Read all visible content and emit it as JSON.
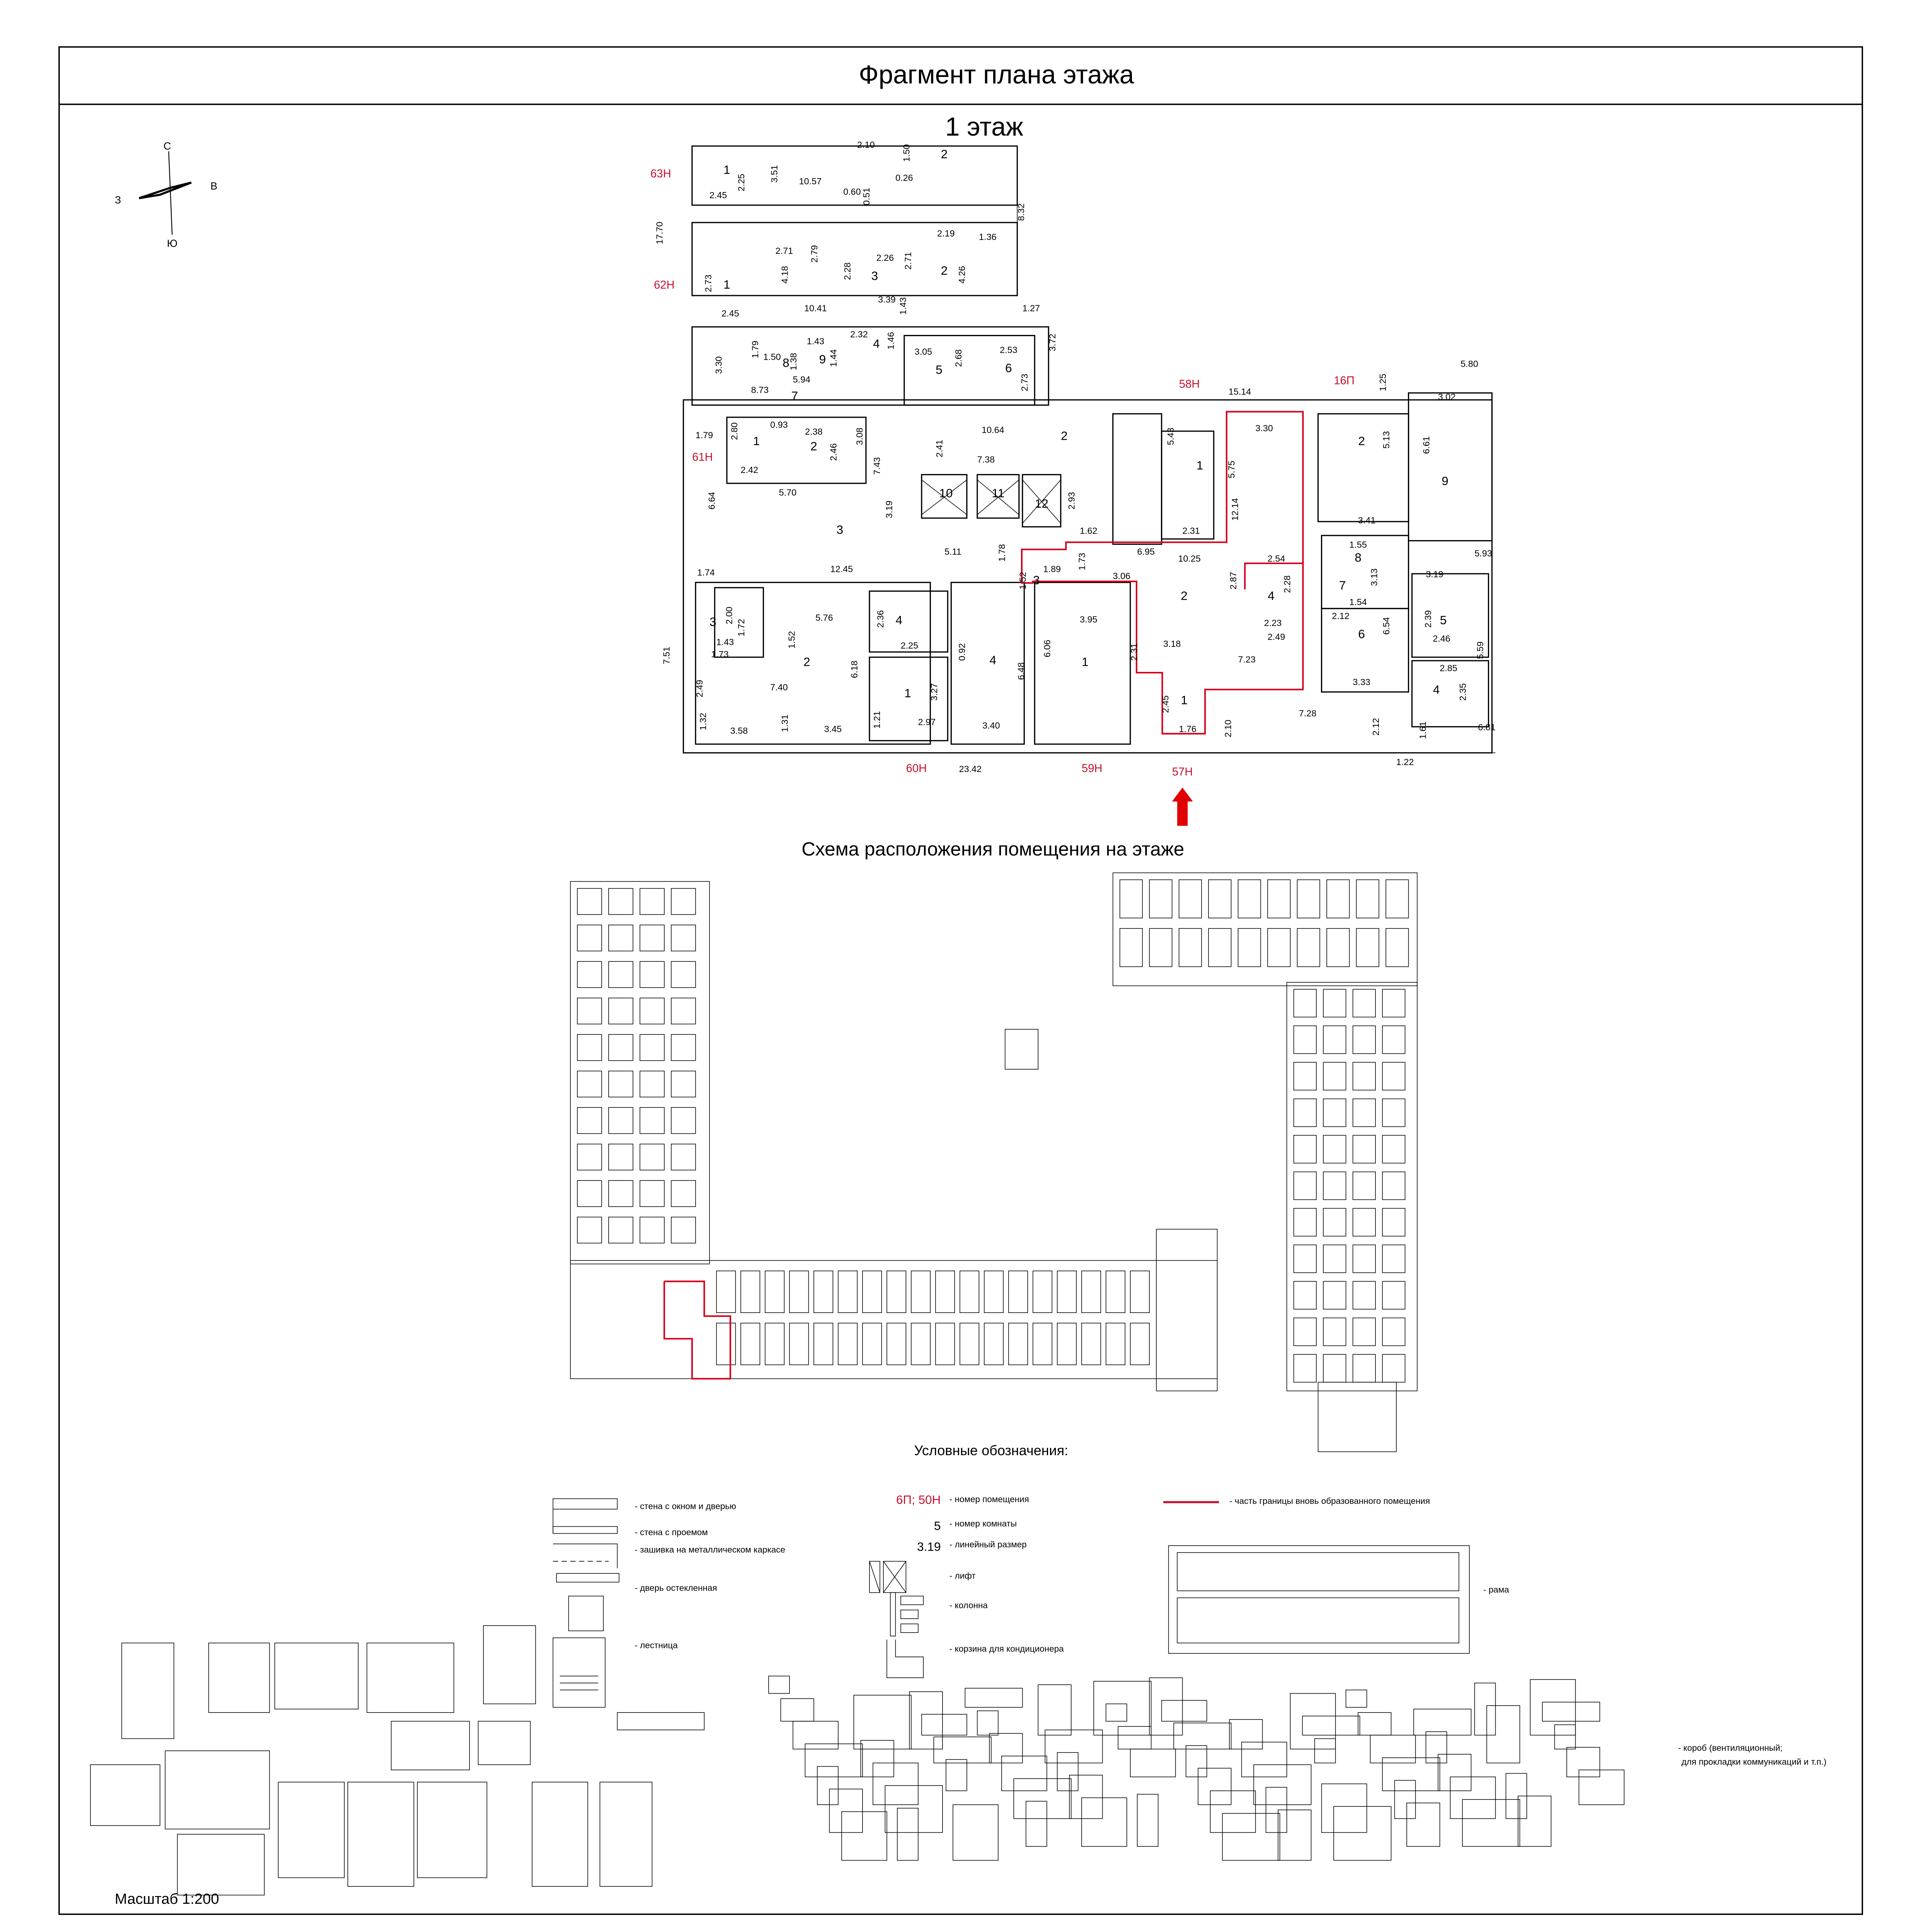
{
  "header": {
    "title": "Фрагмент плана этажа",
    "floor": "1 этаж"
  },
  "compass": {
    "north": "С",
    "south": "Ю",
    "west": "З",
    "east": "В"
  },
  "plan": {
    "units": [
      "63Н",
      "62Н",
      "61Н",
      "58Н",
      "16П",
      "60Н",
      "59Н",
      "57Н"
    ],
    "rooms": [
      "1",
      "2",
      "3",
      "2",
      "1",
      "4",
      "8",
      "9",
      "7",
      "5",
      "6",
      "1",
      "2",
      "10",
      "11",
      "12",
      "3",
      "3",
      "1",
      "2",
      "4",
      "2",
      "1",
      "2",
      "9",
      "8",
      "7",
      "6",
      "5",
      "4",
      "3",
      "2",
      "4",
      "1",
      "4",
      "1"
    ],
    "dims": [
      "2.10",
      "2.45",
      "2.25",
      "3.51",
      "10.57",
      "0.60",
      "0.51",
      "1.50",
      "0.26",
      "8.32",
      "17.70",
      "2.71",
      "2.79",
      "2.26",
      "2.28",
      "2.71",
      "2.19",
      "1.36",
      "4.26",
      "4.18",
      "2.73",
      "2.45",
      "10.41",
      "3.39",
      "1.43",
      "1.27",
      "1.79",
      "1.50",
      "1.38",
      "1.43",
      "1.44",
      "2.32",
      "1.46",
      "3.30",
      "5.94",
      "8.73",
      "3.05",
      "2.68",
      "2.53",
      "2.73",
      "3.72",
      "15.14",
      "1.25",
      "5.80",
      "3.02",
      "1.79",
      "2.80",
      "0.93",
      "2.38",
      "2.46",
      "3.08",
      "2.42",
      "2.41",
      "10.64",
      "7.38",
      "5.70",
      "7.43",
      "2.93",
      "6.64",
      "3.19",
      "5.11",
      "1.62",
      "1.78",
      "1.74",
      "12.45",
      "1.73",
      "1.89",
      "1.52",
      "5.43",
      "2.31",
      "6.95",
      "10.25",
      "3.06",
      "3.30",
      "5.75",
      "12.14",
      "2.54",
      "2.87",
      "2.28",
      "2.23",
      "2.49",
      "3.18",
      "7.23",
      "6.06",
      "3.95",
      "2.31",
      "2.45",
      "1.76",
      "2.10",
      "7.28",
      "2.12",
      "1.22",
      "1.61",
      "6.81",
      "5.13",
      "6.61",
      "3.41",
      "5.93",
      "3.19",
      "1.55",
      "1.54",
      "3.13",
      "2.12",
      "6.54",
      "2.39",
      "2.46",
      "2.85",
      "5.59",
      "3.33",
      "2.35",
      "2.00",
      "1.72",
      "1.43",
      "1.73",
      "5.76",
      "7.51",
      "1.52",
      "2.36",
      "2.25",
      "6.18",
      "7.40",
      "2.49",
      "3.27",
      "1.32",
      "1.31",
      "3.58",
      "3.45",
      "1.21",
      "2.97",
      "6.48",
      "3.40",
      "0.92",
      "23.42"
    ]
  },
  "scheme": {
    "title": "Схема расположения помещения на этаже"
  },
  "legend": {
    "title": "Условные обозначения:",
    "left": [
      "- стена с окном и дверью",
      "- стена с проемом",
      "- зашивка на металлическом каркасе",
      "- дверь остекленная",
      "- лестница"
    ],
    "unit_sample": "6П; 50Н",
    "unit_text": "- номер помещения",
    "room_sample": "5",
    "room_text": "- номер комнаты",
    "dim_sample": "3.19",
    "dim_text": "- линейный размер",
    "lift": "- лифт",
    "column": "- колонна",
    "ac": "- корзина для кондиционера",
    "boundary": "- часть границы вновь образованного помещения",
    "frame": "- рама",
    "duct1": "- короб (вентиляционный;",
    "duct2": "для прокладки коммуникаций и т.п.)",
    "boundary_color": "#d4001a"
  },
  "footer": {
    "scale": "Масштаб 1:200"
  }
}
